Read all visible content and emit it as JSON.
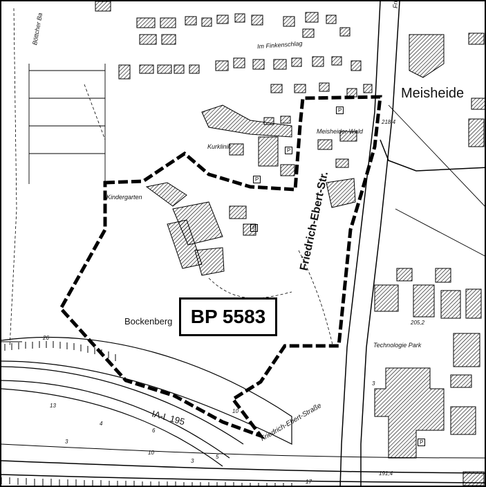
{
  "map": {
    "plan_label": "BP 5583",
    "labels": {
      "meisheide": "Meisheide",
      "meisheider_wald": "Meisheider Wald",
      "kurklinik": "Kurklinik",
      "kindergarten": "Kindergarten",
      "bockenberg": "Bockenberg",
      "technologie_park": "Technologie Park",
      "im_finkenschlag": "Im Finkenschlag",
      "boettcher": "Böttcher Ba",
      "friedrich_ebert_str": "Friedrich-Ebert-Str.",
      "friedrich_ebert_str_top": "Friedrich-Eb",
      "friedrich_ebert_strasse_lower": "Friedrich-Ebert-Straße",
      "road_code": "IA-L 195"
    },
    "elevations": [
      "218,4",
      "205,2",
      "191,4"
    ],
    "contour_numbers": [
      "26",
      "13",
      "10",
      "17",
      "10",
      "5",
      "3",
      "4",
      "6",
      "3",
      "3"
    ],
    "parking_symbol": "P"
  }
}
